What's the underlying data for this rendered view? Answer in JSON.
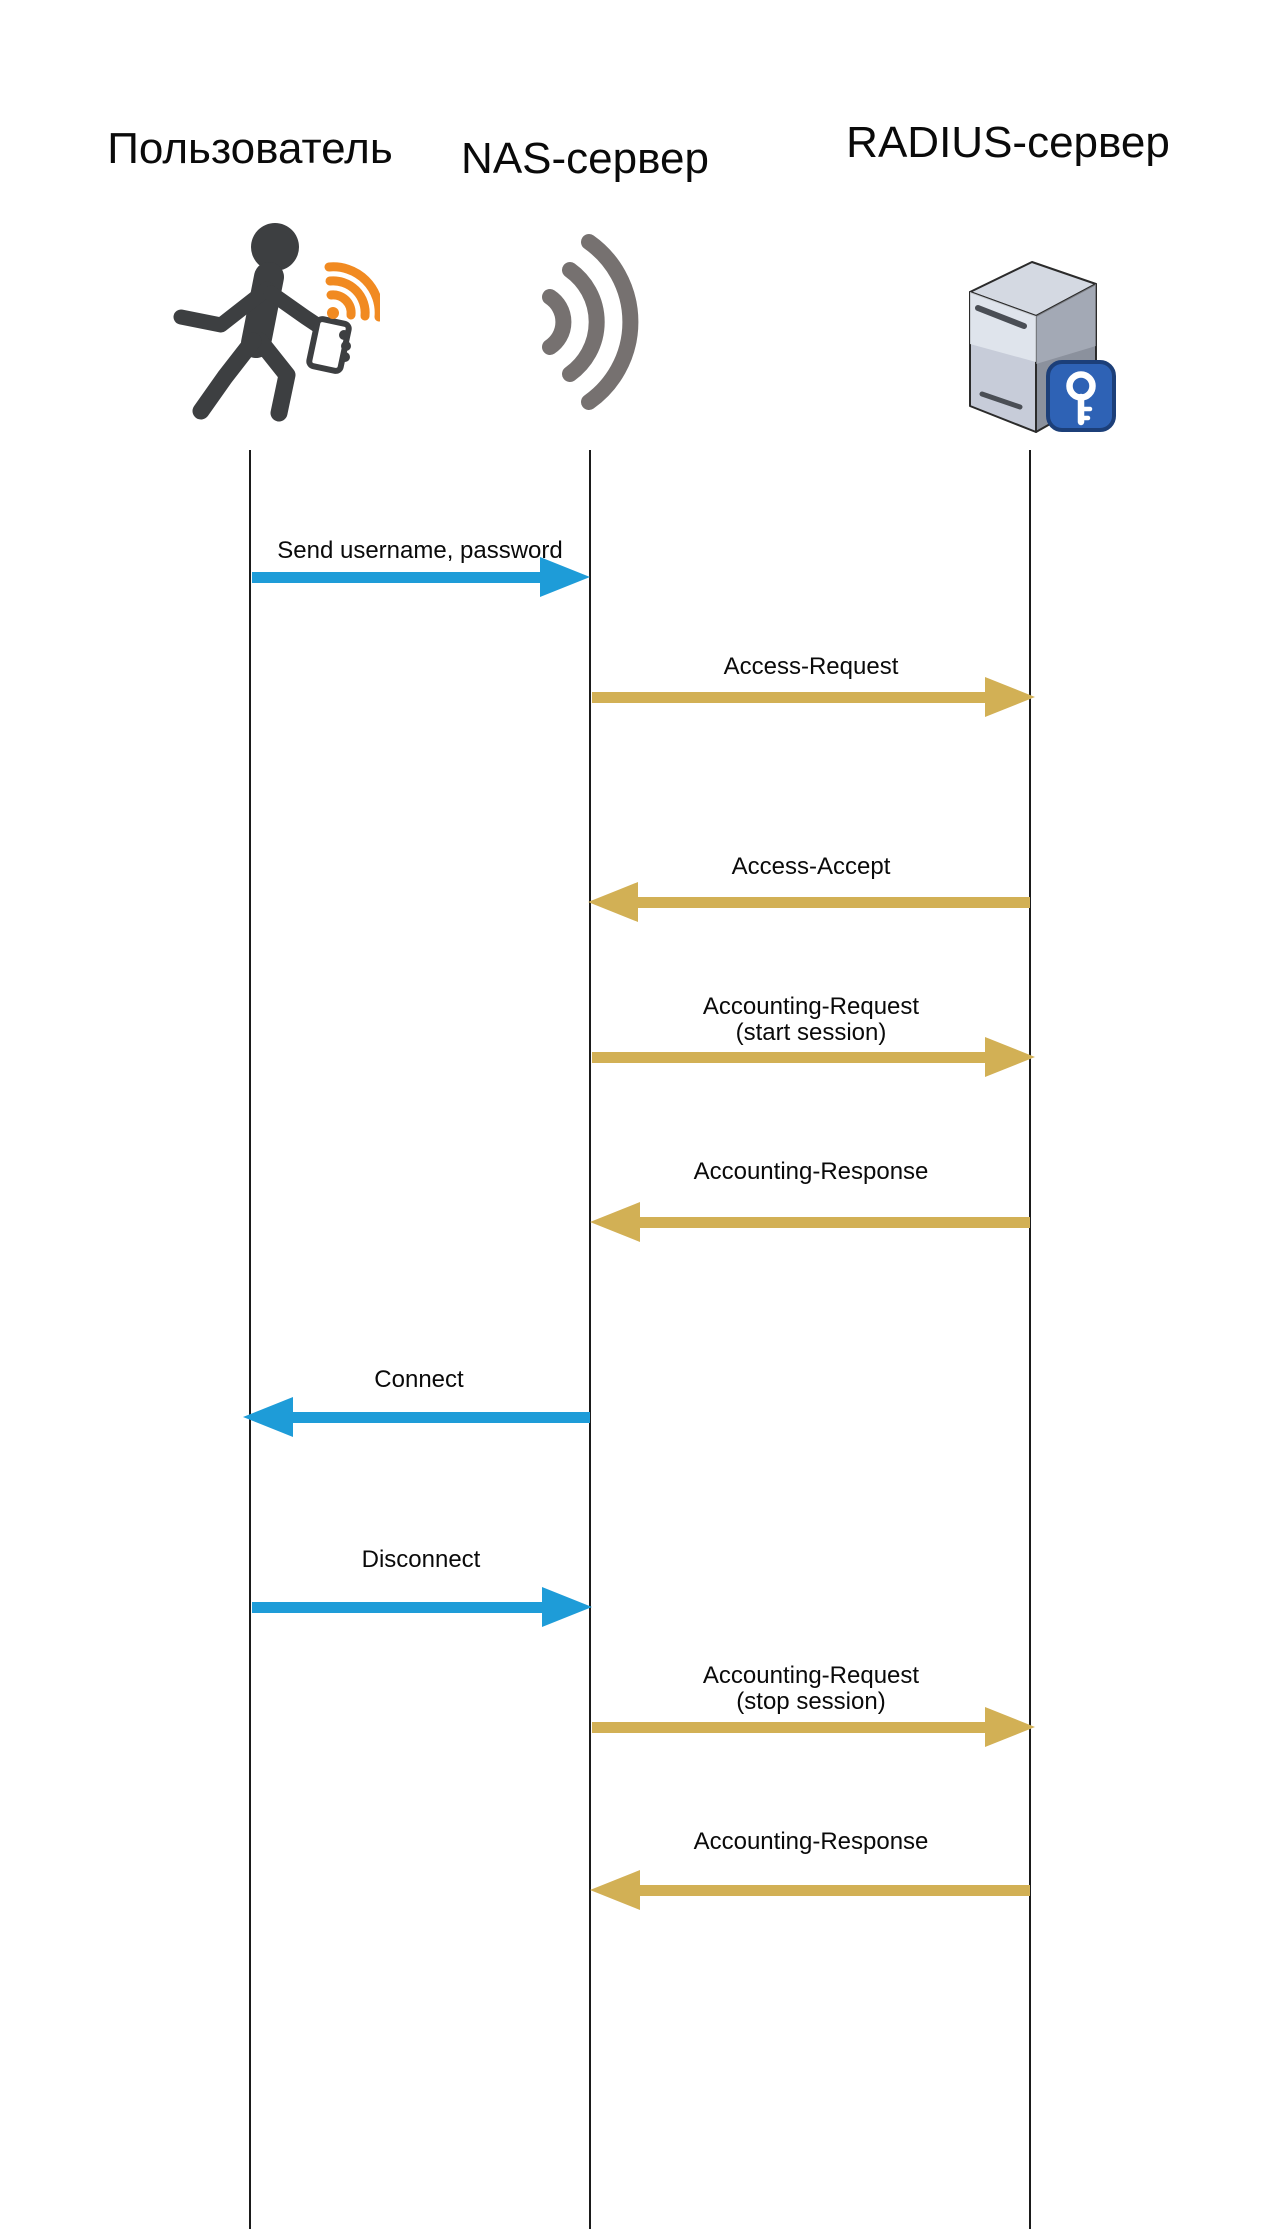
{
  "diagram_type": "sequence-diagram",
  "actors": [
    {
      "label": "Пользователь",
      "icon": "walking-user-phone-icon"
    },
    {
      "label": "NAS-сервер",
      "icon": "wireless-signal-icon"
    },
    {
      "label": "RADIUS-сервер",
      "icon": "server-key-icon"
    }
  ],
  "messages": [
    {
      "label": "Send username, password",
      "from": "Пользователь",
      "to": "NAS-сервер",
      "direction": "right",
      "color": "#1E9CD8"
    },
    {
      "label": "Access-Request",
      "from": "NAS-сервер",
      "to": "RADIUS-сервер",
      "direction": "right",
      "color": "#D2B055"
    },
    {
      "label": "Access-Accept",
      "from": "RADIUS-сервер",
      "to": "NAS-сервер",
      "direction": "left",
      "color": "#D2B055"
    },
    {
      "label": "Accounting-Request",
      "sublabel": "(start session)",
      "from": "NAS-сервер",
      "to": "RADIUS-сервер",
      "direction": "right",
      "color": "#D2B055"
    },
    {
      "label": "Accounting-Response",
      "from": "RADIUS-сервер",
      "to": "NAS-сервер",
      "direction": "left",
      "color": "#D2B055"
    },
    {
      "label": "Connect",
      "from": "NAS-сервер",
      "to": "Пользователь",
      "direction": "left",
      "color": "#1E9CD8"
    },
    {
      "label": "Disconnect",
      "from": "Пользователь",
      "to": "NAS-сервер",
      "direction": "right",
      "color": "#1E9CD8"
    },
    {
      "label": "Accounting-Request",
      "sublabel": "(stop session)",
      "from": "NAS-сервер",
      "to": "RADIUS-сервер",
      "direction": "right",
      "color": "#D2B055"
    },
    {
      "label": "Accounting-Response",
      "from": "RADIUS-сервер",
      "to": "NAS-сервер",
      "direction": "left",
      "color": "#D2B055"
    }
  ],
  "colors": {
    "blue_arrow": "#1E9CD8",
    "gold_arrow": "#D2B055",
    "lifeline": "#1B1B1B",
    "person_gray": "#3D3F41",
    "wifi_orange": "#F18A21",
    "signal_gray": "#767170",
    "server_front": "#C7CCD9",
    "server_side": "#8B919D",
    "key_badge_blue": "#2E62B5"
  }
}
